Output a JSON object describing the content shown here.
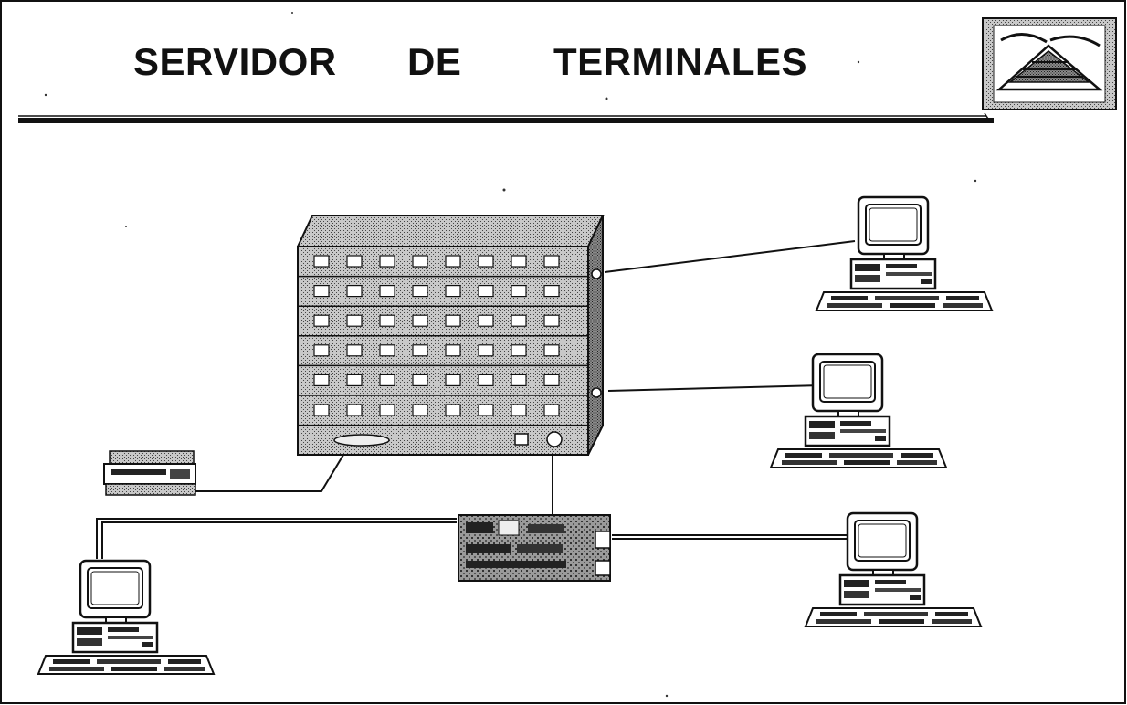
{
  "slide": {
    "title_words": [
      "SERVIDOR",
      "DE",
      "TERMINALES"
    ]
  },
  "diagram": {
    "nodes": [
      {
        "id": "server",
        "kind": "terminal-server-rack"
      },
      {
        "id": "printer",
        "kind": "printer"
      },
      {
        "id": "network-card",
        "kind": "interface-board"
      },
      {
        "id": "pc-top-right",
        "kind": "terminal"
      },
      {
        "id": "pc-mid-right",
        "kind": "terminal"
      },
      {
        "id": "pc-bottom-right",
        "kind": "terminal"
      },
      {
        "id": "pc-bottom-left",
        "kind": "terminal"
      }
    ],
    "links": [
      [
        "server",
        "pc-top-right"
      ],
      [
        "server",
        "pc-mid-right"
      ],
      [
        "server",
        "printer"
      ],
      [
        "server",
        "network-card"
      ],
      [
        "network-card",
        "pc-bottom-right"
      ],
      [
        "network-card",
        "pc-bottom-left"
      ]
    ]
  },
  "colors": {
    "ink": "#111111",
    "paper": "#ffffff",
    "hatch": "#9a9a9a"
  }
}
